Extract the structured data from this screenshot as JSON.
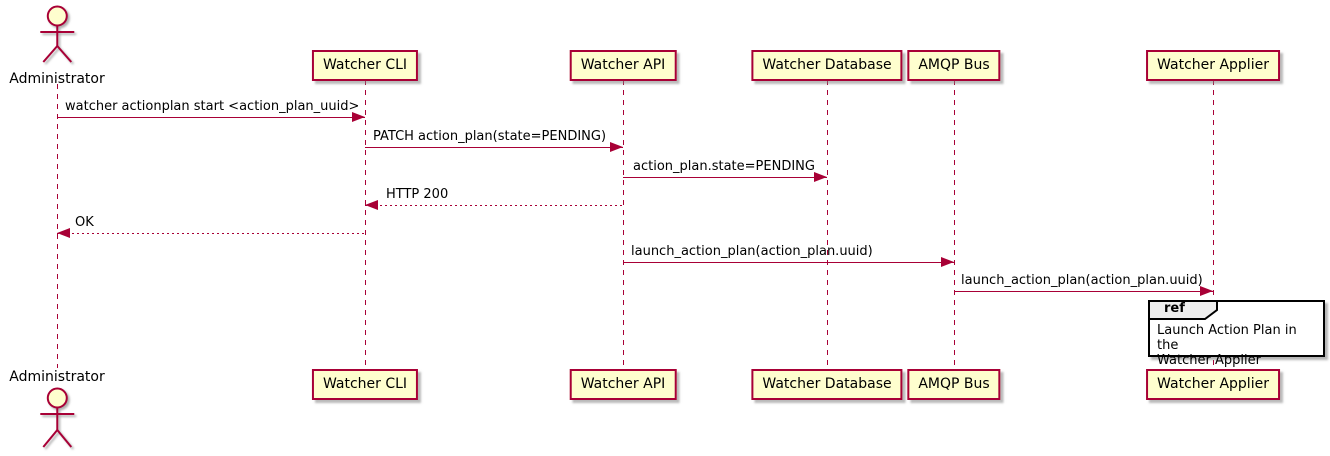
{
  "diagram": {
    "type": "uml-sequence",
    "actor": {
      "name": "Administrator"
    },
    "participants": [
      {
        "label": "Watcher CLI"
      },
      {
        "label": "Watcher API"
      },
      {
        "label": "Watcher Database"
      },
      {
        "label": "AMQP Bus"
      },
      {
        "label": "Watcher Applier"
      }
    ],
    "messages": [
      {
        "label": "watcher actionplan start <action_plan_uuid>",
        "from": "Administrator",
        "to": "Watcher CLI",
        "line": "solid",
        "direction": "right"
      },
      {
        "label": "PATCH action_plan(state=PENDING)",
        "from": "Watcher CLI",
        "to": "Watcher API",
        "line": "solid",
        "direction": "right"
      },
      {
        "label": "action_plan.state=PENDING",
        "from": "Watcher API",
        "to": "Watcher Database",
        "line": "solid",
        "direction": "right"
      },
      {
        "label": "HTTP 200",
        "from": "Watcher API",
        "to": "Watcher CLI",
        "line": "dotted",
        "direction": "left"
      },
      {
        "label": "OK",
        "from": "Watcher CLI",
        "to": "Administrator",
        "line": "dotted",
        "direction": "left"
      },
      {
        "label": "launch_action_plan(action_plan.uuid)",
        "from": "Watcher API",
        "to": "AMQP Bus",
        "line": "solid",
        "direction": "right"
      },
      {
        "label": "launch_action_plan(action_plan.uuid)",
        "from": "AMQP Bus",
        "to": "Watcher Applier",
        "line": "solid",
        "direction": "right"
      }
    ],
    "ref": {
      "keyword": "ref",
      "lines": [
        "Launch Action Plan in the",
        "Watcher Applier"
      ]
    },
    "colors": {
      "participant_fill": "#FEFECE",
      "participant_border": "#A80036",
      "arrow": "#A80036",
      "lifeline": "#A80036",
      "text": "#000000",
      "ref_border": "#000000",
      "ref_tab_fill": "#EEEEEE",
      "background": "#FFFFFF"
    }
  }
}
